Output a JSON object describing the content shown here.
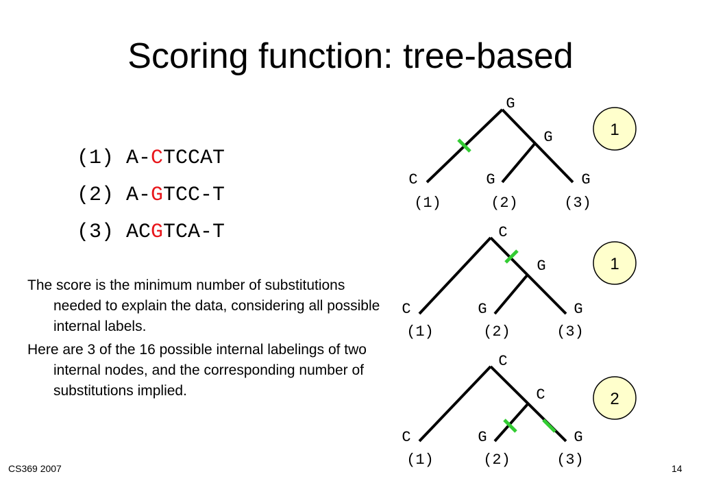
{
  "slide": {
    "title": "Scoring function: tree-based",
    "footer_left": "CS369 2007",
    "page_number": "14"
  },
  "sequences": [
    {
      "pre": "(1) A-",
      "hl": "C",
      "post": "TCCAT"
    },
    {
      "pre": "(2) A-",
      "hl": "G",
      "post": "TCC-T"
    },
    {
      "pre": "(3) AC",
      "hl": "G",
      "post": "TCA-T"
    }
  ],
  "bullets": [
    "The score is the minimum number of substitutions needed to explain the data, considering all possible internal labels.",
    "Here are 3 of the 16 possible internal labelings of two internal nodes, and the corresponding number of substitutions implied."
  ],
  "trees": [
    {
      "root": "G",
      "internal": "G",
      "leaves": [
        "C",
        "G",
        "G"
      ],
      "leaf_ids": [
        "(1)",
        "(2)",
        "(3)"
      ],
      "score": "1"
    },
    {
      "root": "C",
      "internal": "G",
      "leaves": [
        "C",
        "G",
        "G"
      ],
      "leaf_ids": [
        "(1)",
        "(2)",
        "(3)"
      ],
      "score": "1"
    },
    {
      "root": "C",
      "internal": "C",
      "leaves": [
        "C",
        "G",
        "G"
      ],
      "leaf_ids": [
        "(1)",
        "(2)",
        "(3)"
      ],
      "score": "2"
    }
  ],
  "colors": {
    "highlight": "#e8161b",
    "substitution_mark": "#33cc33",
    "score_fill": "#ffffcc"
  }
}
